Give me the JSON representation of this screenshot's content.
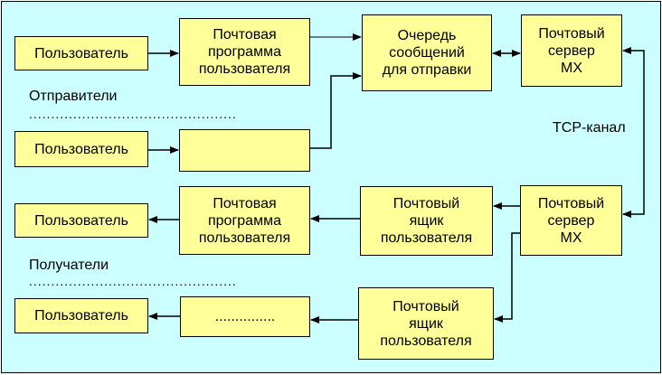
{
  "sender_user_1": "Пользователь",
  "sender_user_2": "Пользователь",
  "sender_mail_program": "Почтовая\nпрограмма\nпользователя",
  "outgoing_queue": "Очередь\nсообщений\nдля отправки",
  "mx_server_top": "Почтовый\nсервер\nMX",
  "senders_label": "Отправители",
  "tcp_channel_label": "TCP-канал",
  "mx_server_bottom": "Почтовый\nсервер\nMX",
  "mailbox_1": "Почтовый\nящик\nпользователя",
  "receiver_mail_program": "Почтовая\nпрограмма\nпользователя",
  "receiver_user_1": "Пользователь",
  "receivers_label": "Получатели",
  "mailbox_2": "Почтовый\nящик\nпользователя",
  "receiver_program_placeholder": "...............",
  "receiver_user_2": "Пользователь",
  "senders_dots": "...............................................",
  "receivers_dots": "..............................................."
}
